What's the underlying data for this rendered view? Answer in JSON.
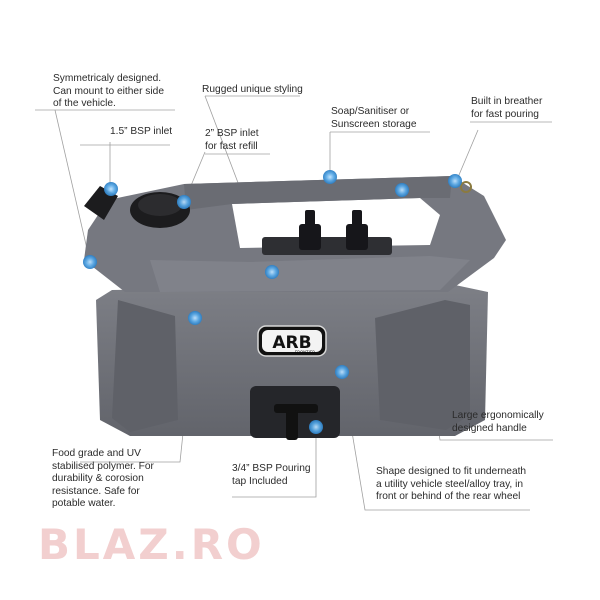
{
  "labels": {
    "symmetrical": "Symmetricaly designed.\nCan mount to either side\nof the vehicle.",
    "rugged": "Rugged unique styling",
    "soap": "Soap/Sanitiser or\nSunscreen storage",
    "breather": "Built in breather\nfor fast pouring",
    "bsp_15": "1.5” BSP inlet",
    "bsp_2": "2” BSP inlet\nfor fast refill",
    "handle": "Large ergonomically\ndesigned handle",
    "polymer": "Food grade and UV\nstabilised polymer. For\ndurability & corosion\nresistance. Safe for\npotable water.",
    "tap": "3/4” BSP Pouring\ntap Included",
    "shape": "Shape designed to fit underneath\na utility vehicle steel/alloy tray, in\nfront or behind of the rear wheel"
  },
  "logo": {
    "brand": "ARB",
    "sub": "FRONTIER"
  },
  "watermark": "BLAZ.RO",
  "colors": {
    "tank_body": "#6f7178",
    "tank_dark": "#55575e",
    "tank_light": "#85878e",
    "hotspot": "#5aa9e6",
    "leader": "#9a9a9a"
  }
}
